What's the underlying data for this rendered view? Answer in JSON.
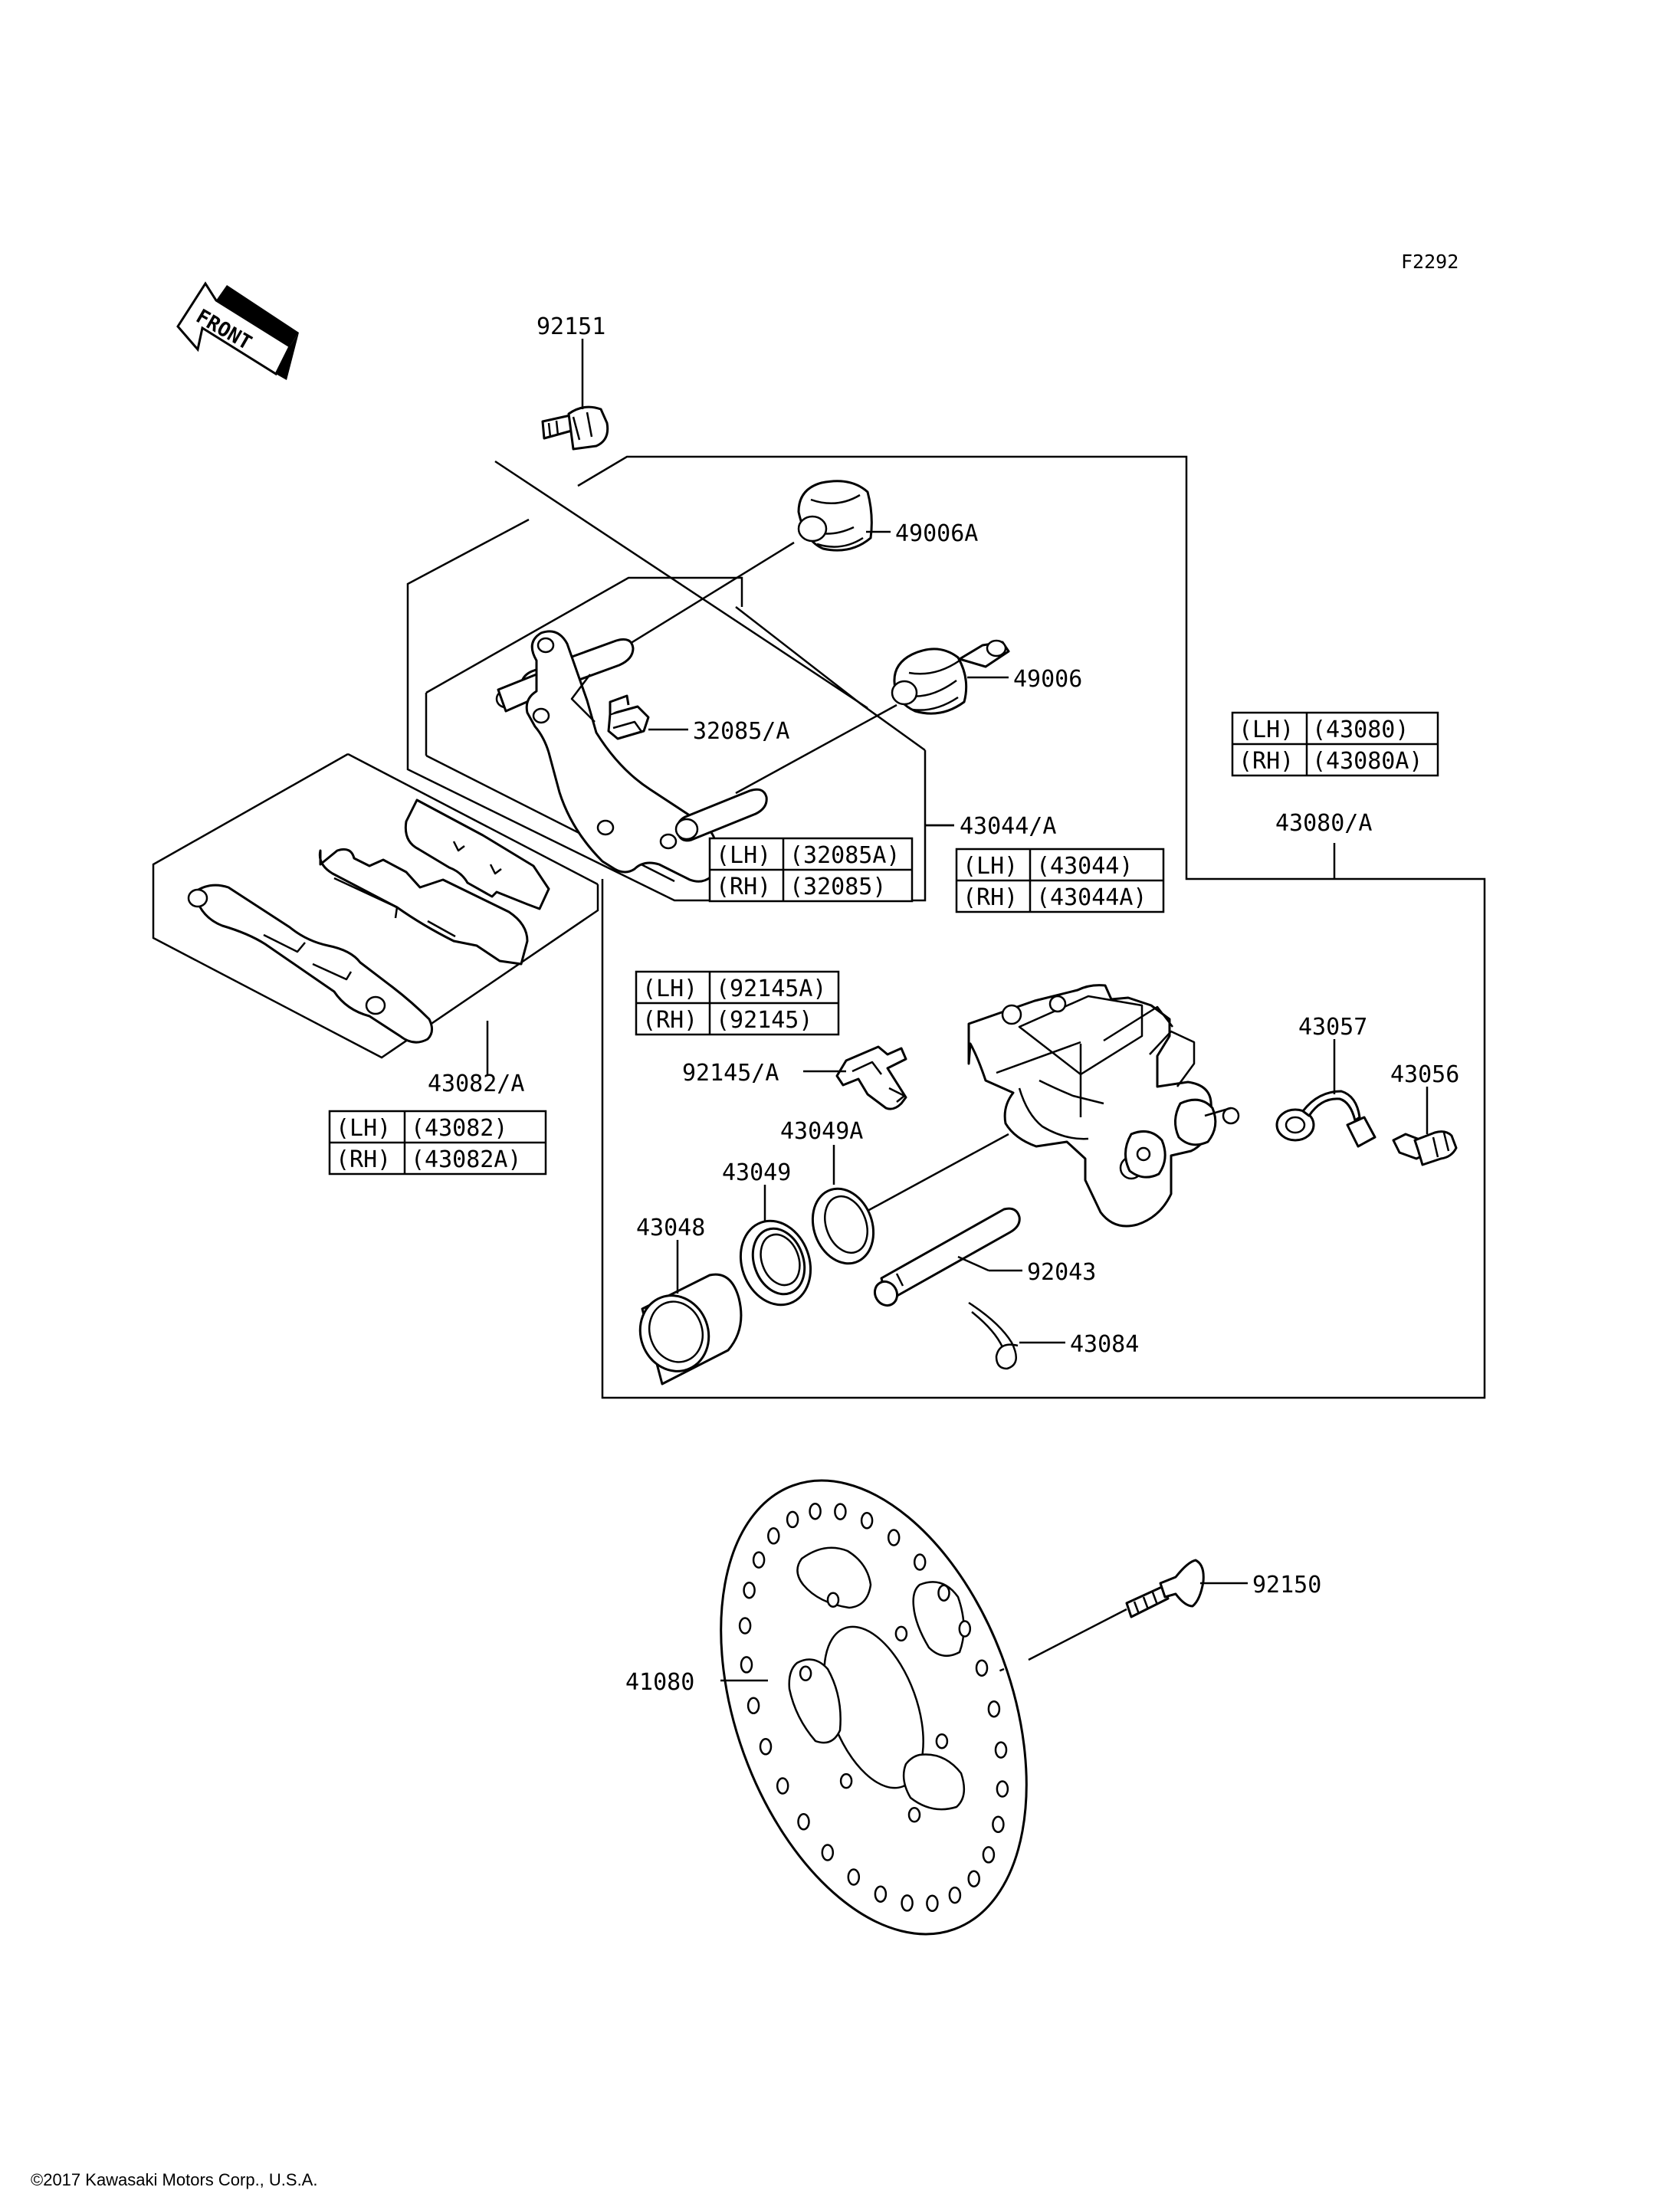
{
  "figure_code": "F2292",
  "front_label": "FRONT",
  "copyright": "©2017 Kawasaki Motors Corp., U.S.A.",
  "callouts": {
    "p92151": "92151",
    "p49006A": "49006A",
    "p49006": "49006",
    "p32085A": "32085/A",
    "p43044A": "43044/A",
    "p43080A": "43080/A",
    "p43082A": "43082/A",
    "p43057": "43057",
    "p43056": "43056",
    "p92145A": "92145/A",
    "p43049A": "43049A",
    "p43049": "43049",
    "p43048": "43048",
    "p92043": "92043",
    "p43084": "43084",
    "p92150": "92150",
    "p41080": "41080"
  },
  "tables": {
    "t43080": {
      "lh_side": "(LH)",
      "lh_part": "(43080)",
      "rh_side": "(RH)",
      "rh_part": "(43080A)"
    },
    "t32085": {
      "lh_side": "(LH)",
      "lh_part": "(32085A)",
      "rh_side": "(RH)",
      "rh_part": "(32085)"
    },
    "t43044": {
      "lh_side": "(LH)",
      "lh_part": "(43044)",
      "rh_side": "(RH)",
      "rh_part": "(43044A)"
    },
    "t92145": {
      "lh_side": "(LH)",
      "lh_part": "(92145A)",
      "rh_side": "(RH)",
      "rh_part": "(92145)"
    },
    "t43082": {
      "lh_side": "(LH)",
      "lh_part": "(43082)",
      "rh_side": "(RH)",
      "rh_part": "(43082A)"
    }
  }
}
